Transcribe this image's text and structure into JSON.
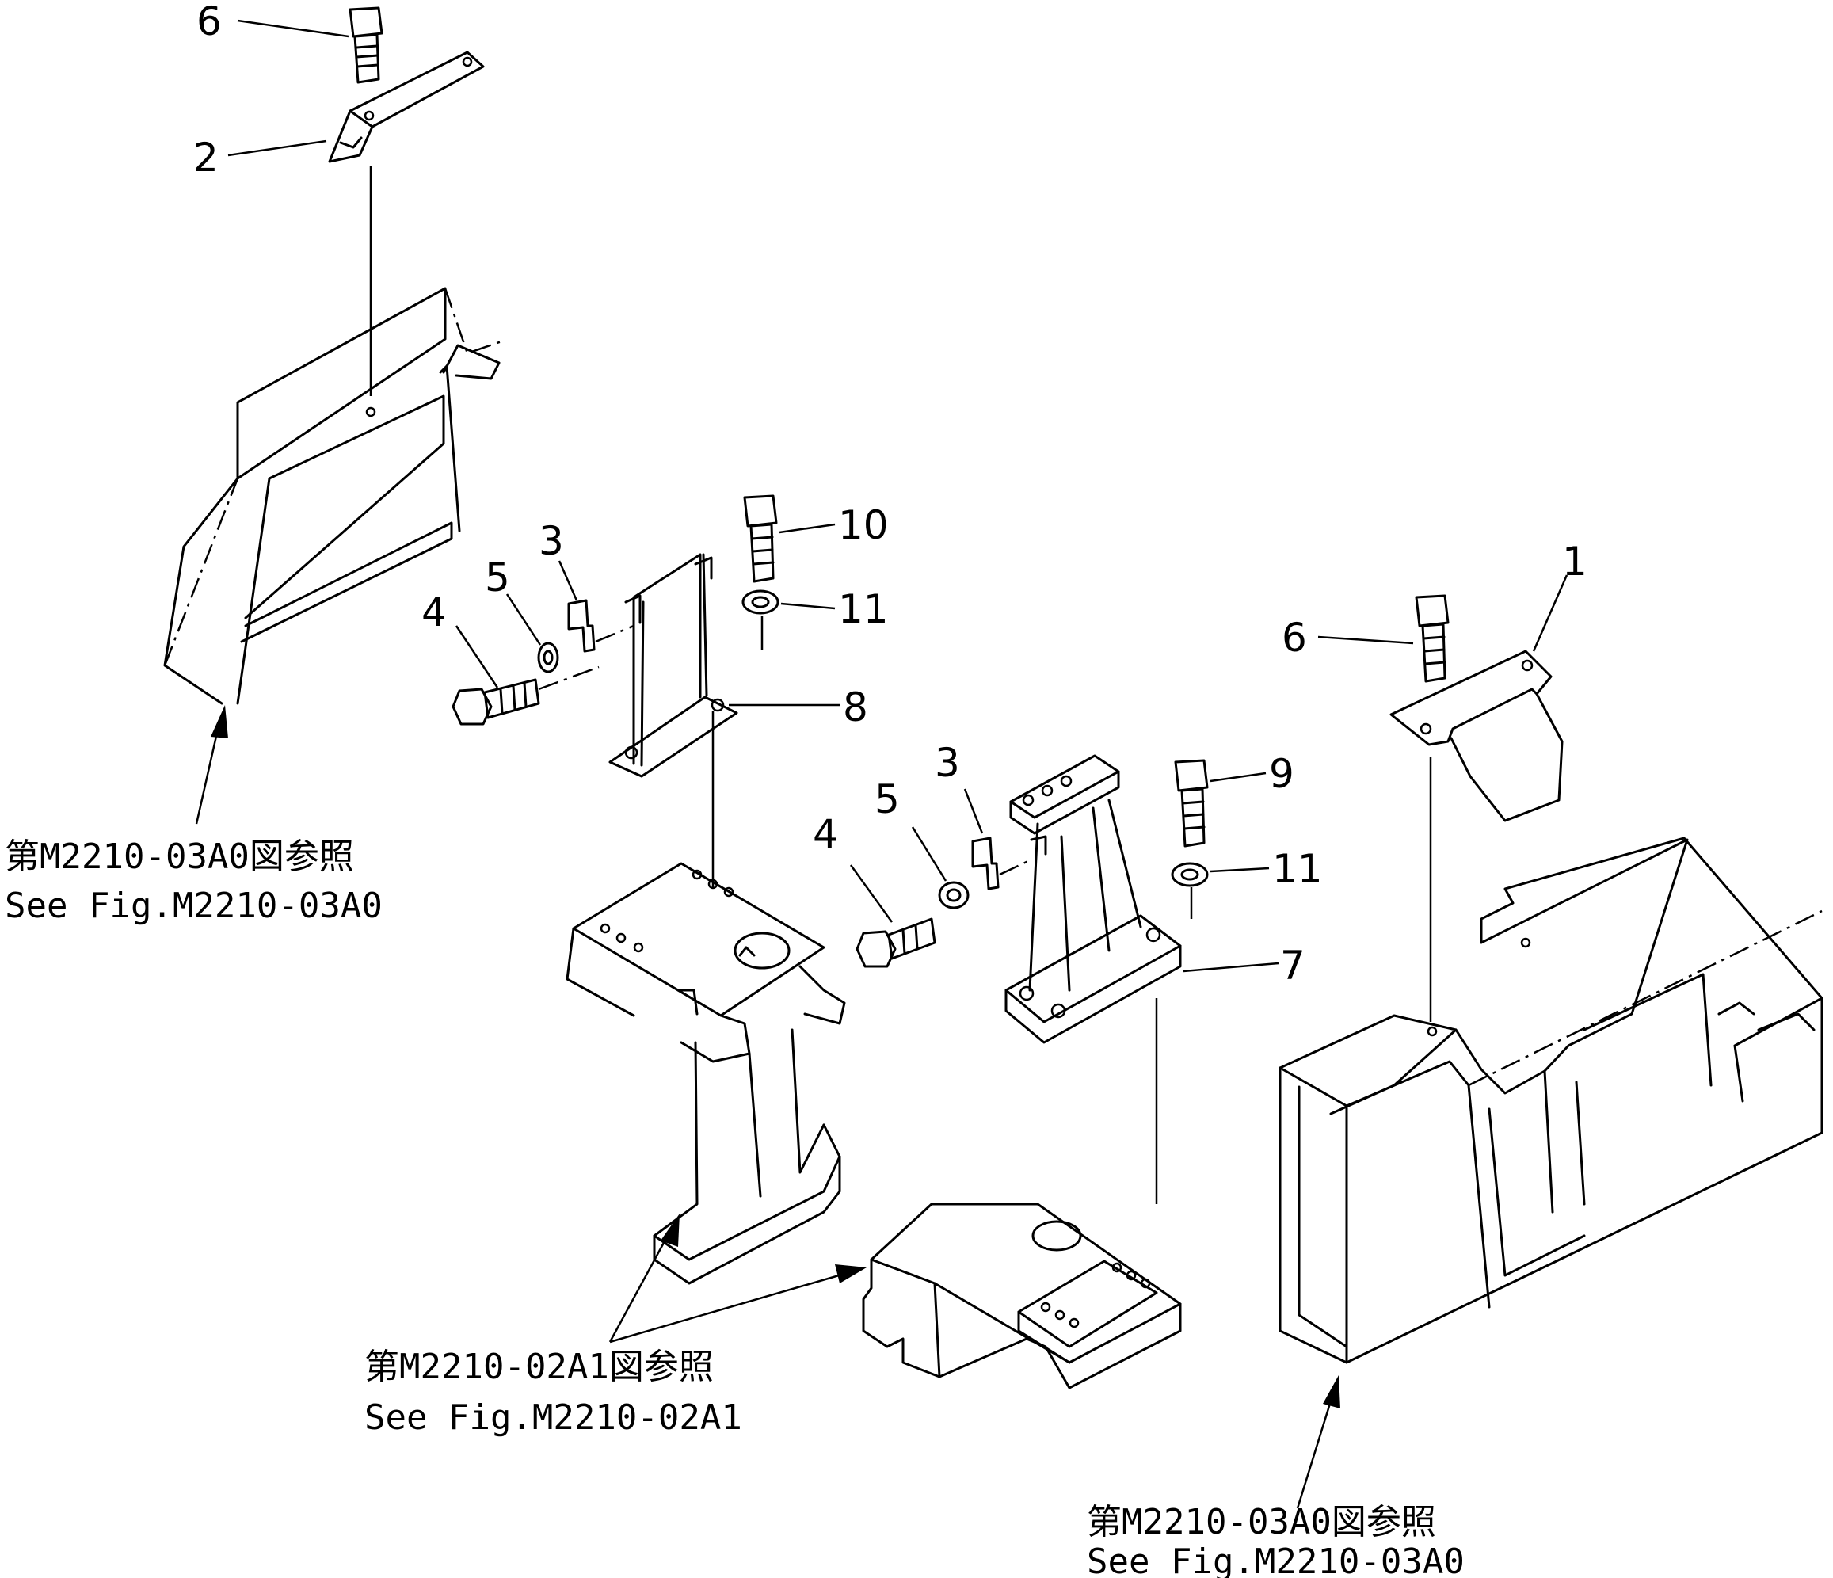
{
  "callouts": {
    "c6_top": "6",
    "c2": "2",
    "c3_a": "3",
    "c5_a": "5",
    "c4_a": "4",
    "c10": "10",
    "c11_a": "11",
    "c8": "8",
    "c3_b": "3",
    "c5_b": "5",
    "c4_b": "4",
    "c9": "9",
    "c11_b": "11",
    "c7": "7",
    "c1": "1",
    "c6_right": "6"
  },
  "references": {
    "left": {
      "jp": "第M2210-03A0図参照",
      "en": "See Fig.M2210-03A0"
    },
    "center": {
      "jp": "第M2210-02A1図参照",
      "en": "See Fig.M2210-02A1"
    },
    "right": {
      "jp": "第M2210-03A0図参照",
      "en": "See Fig.M2210-03A0"
    }
  }
}
